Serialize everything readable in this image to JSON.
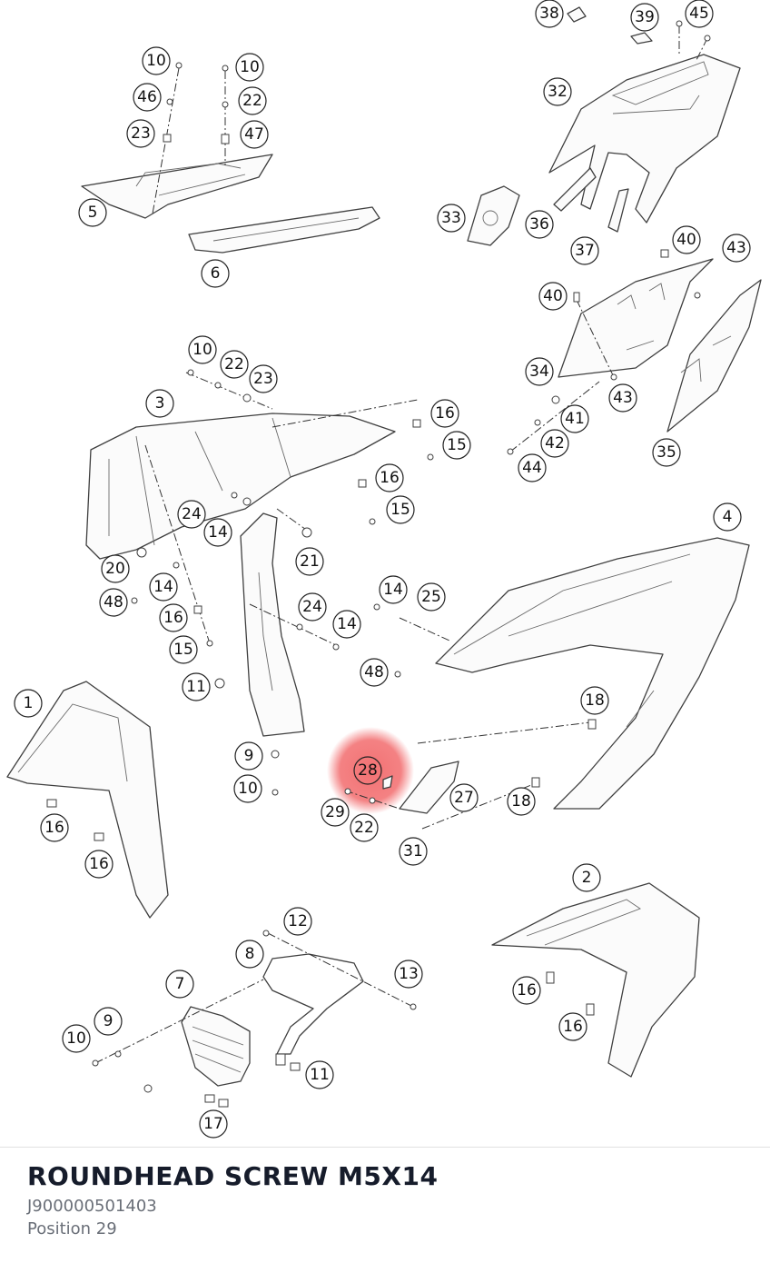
{
  "diagram": {
    "highlighted_position": "28",
    "highlight_color": "#f0585a",
    "callouts": [
      "38",
      "39",
      "45",
      "10",
      "46",
      "23",
      "10",
      "22",
      "47",
      "32",
      "5",
      "6",
      "33",
      "36",
      "37",
      "40",
      "43",
      "40",
      "34",
      "43",
      "41",
      "42",
      "44",
      "35",
      "10",
      "22",
      "23",
      "3",
      "16",
      "15",
      "16",
      "15",
      "24",
      "14",
      "21",
      "20",
      "14",
      "48",
      "16",
      "15",
      "24",
      "14",
      "14",
      "25",
      "4",
      "48",
      "11",
      "1",
      "18",
      "9",
      "10",
      "28",
      "27",
      "29",
      "22",
      "31",
      "18",
      "16",
      "16",
      "2",
      "12",
      "8",
      "13",
      "7",
      "9",
      "10",
      "11",
      "16",
      "16",
      "17"
    ]
  },
  "part": {
    "name": "ROUNDHEAD SCREW M5X14",
    "number": "J900000501403",
    "position": "Position 29"
  }
}
